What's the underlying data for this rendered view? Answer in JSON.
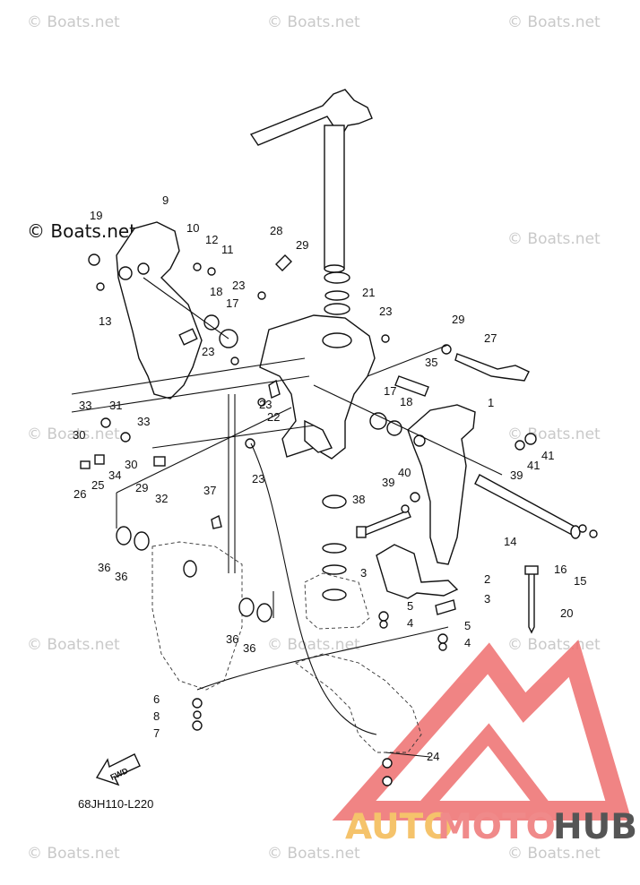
{
  "watermark": {
    "text": "© Boats.net",
    "header_text": "© Boats.net"
  },
  "diagram_code": "68JH110-L220",
  "fwd_label": "FWD",
  "brand": {
    "auto": "AUTO",
    "moto": "MOTO",
    "hub": "HUB"
  },
  "callouts": [
    {
      "label": "19"
    },
    {
      "label": "9"
    },
    {
      "label": "10"
    },
    {
      "label": "12"
    },
    {
      "label": "11"
    },
    {
      "label": "28"
    },
    {
      "label": "29"
    },
    {
      "label": "13"
    },
    {
      "label": "23"
    },
    {
      "label": "18"
    },
    {
      "label": "17"
    },
    {
      "label": "21"
    },
    {
      "label": "23"
    },
    {
      "label": "29"
    },
    {
      "label": "27"
    },
    {
      "label": "23"
    },
    {
      "label": "35"
    },
    {
      "label": "17"
    },
    {
      "label": "18"
    },
    {
      "label": "1"
    },
    {
      "label": "33"
    },
    {
      "label": "31"
    },
    {
      "label": "33"
    },
    {
      "label": "22"
    },
    {
      "label": "23"
    },
    {
      "label": "30"
    },
    {
      "label": "30"
    },
    {
      "label": "34"
    },
    {
      "label": "25"
    },
    {
      "label": "26"
    },
    {
      "label": "29"
    },
    {
      "label": "32"
    },
    {
      "label": "23"
    },
    {
      "label": "39"
    },
    {
      "label": "41"
    },
    {
      "label": "41"
    },
    {
      "label": "40"
    },
    {
      "label": "39"
    },
    {
      "label": "37"
    },
    {
      "label": "38"
    },
    {
      "label": "14"
    },
    {
      "label": "36"
    },
    {
      "label": "36"
    },
    {
      "label": "16"
    },
    {
      "label": "15"
    },
    {
      "label": "3"
    },
    {
      "label": "2"
    },
    {
      "label": "5"
    },
    {
      "label": "3"
    },
    {
      "label": "4"
    },
    {
      "label": "20"
    },
    {
      "label": "5"
    },
    {
      "label": "36"
    },
    {
      "label": "36"
    },
    {
      "label": "4"
    },
    {
      "label": "6"
    },
    {
      "label": "8"
    },
    {
      "label": "7"
    },
    {
      "label": "24"
    }
  ],
  "colors": {
    "logo_red": "#ee6f6f",
    "logo_orange": "#f5c36b",
    "logo_grey": "#555555",
    "watermark": "#c9c9c9"
  }
}
